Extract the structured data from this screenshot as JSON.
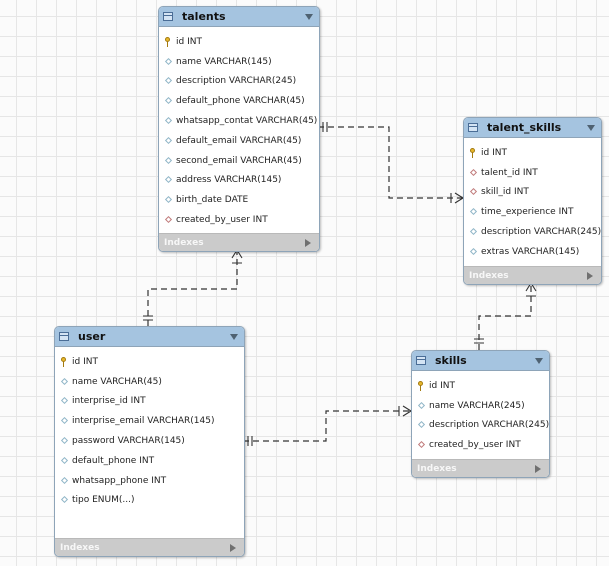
{
  "tables": {
    "talents": {
      "name": "talents",
      "columns": [
        {
          "text": "id INT",
          "icon": "key-icon"
        },
        {
          "text": "name VARCHAR(145)",
          "icon": "column-diamond-icon"
        },
        {
          "text": "description VARCHAR(245)",
          "icon": "column-diamond-icon"
        },
        {
          "text": "default_phone VARCHAR(45)",
          "icon": "column-diamond-icon"
        },
        {
          "text": "whatsapp_contat VARCHAR(45)",
          "icon": "column-diamond-icon"
        },
        {
          "text": "default_email VARCHAR(45)",
          "icon": "column-diamond-icon"
        },
        {
          "text": "second_email VARCHAR(45)",
          "icon": "column-diamond-icon"
        },
        {
          "text": "address VARCHAR(145)",
          "icon": "column-diamond-icon"
        },
        {
          "text": "birth_date DATE",
          "icon": "column-diamond-icon"
        },
        {
          "text": "created_by_user INT",
          "icon": "foreign-key-diamond-icon"
        }
      ],
      "indexes_label": "Indexes"
    },
    "talent_skills": {
      "name": "talent_skills",
      "columns": [
        {
          "text": "id INT",
          "icon": "key-icon"
        },
        {
          "text": "talent_id INT",
          "icon": "foreign-key-diamond-icon"
        },
        {
          "text": "skill_id INT",
          "icon": "foreign-key-diamond-icon"
        },
        {
          "text": "time_experience INT",
          "icon": "column-diamond-icon"
        },
        {
          "text": "description VARCHAR(245)",
          "icon": "column-diamond-icon"
        },
        {
          "text": "extras VARCHAR(145)",
          "icon": "column-diamond-icon"
        }
      ],
      "indexes_label": "Indexes"
    },
    "user": {
      "name": "user",
      "columns": [
        {
          "text": "id INT",
          "icon": "key-icon"
        },
        {
          "text": "name VARCHAR(45)",
          "icon": "column-diamond-icon"
        },
        {
          "text": "interprise_id INT",
          "icon": "column-diamond-icon"
        },
        {
          "text": "interprise_email VARCHAR(145)",
          "icon": "column-diamond-icon"
        },
        {
          "text": "password VARCHAR(145)",
          "icon": "column-diamond-icon"
        },
        {
          "text": "default_phone INT",
          "icon": "column-diamond-icon"
        },
        {
          "text": "whatsapp_phone INT",
          "icon": "column-diamond-icon"
        },
        {
          "text": "tipo ENUM(...)",
          "icon": "column-diamond-icon"
        }
      ],
      "indexes_label": "Indexes"
    },
    "skills": {
      "name": "skills",
      "columns": [
        {
          "text": "id INT",
          "icon": "key-icon"
        },
        {
          "text": "name VARCHAR(245)",
          "icon": "column-diamond-icon"
        },
        {
          "text": "description VARCHAR(245)",
          "icon": "column-diamond-icon"
        },
        {
          "text": "created_by_user INT",
          "icon": "foreign-key-diamond-icon"
        }
      ],
      "indexes_label": "Indexes"
    }
  },
  "colors": {
    "header": "#a5c4e0",
    "indexes_bar": "#cbcbcb",
    "relationship_line": "#333333"
  }
}
